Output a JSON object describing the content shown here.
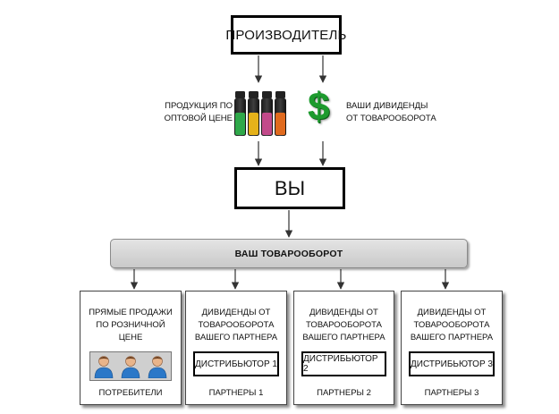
{
  "producer": {
    "label": "ПРОИЗВОДИТЕЛЬ"
  },
  "you": {
    "label": "ВЫ"
  },
  "products": {
    "line1": "ПРОДУКЦИЯ ПО",
    "line2": "ОПТОВОЙ ЦЕНЕ"
  },
  "dividends": {
    "line1": "ВАШИ ДИВИДЕНДЫ",
    "line2": "ОТ ТОВАРООБОРОТА"
  },
  "turnover": {
    "label": "ВАШ ТОВАРООБОРОТ"
  },
  "retail": {
    "line1": "ПРЯМЫЕ ПРОДАЖИ",
    "line2": "ПО РОЗНИЧНОЙ ЦЕНЕ",
    "footer": "ПОТРЕБИТЕЛИ"
  },
  "partners": [
    {
      "line1": "ДИВИДЕНДЫ ОТ",
      "line2": "ТОВАРООБОРОТА",
      "line3": "ВАШЕГО ПАРТНЕРА",
      "distributor": "ДИСТРИБЬЮТОР 1",
      "footer": "ПАРТНЕРЫ 1"
    },
    {
      "line1": "ДИВИДЕНДЫ ОТ",
      "line2": "ТОВАРООБОРОТА",
      "line3": "ВАШЕГО ПАРТНЕРА",
      "distributor": "ДИСТРИБЬЮТОР 2",
      "footer": "ПАРТНЕРЫ 2"
    },
    {
      "line1": "ДИВИДЕНДЫ ОТ",
      "line2": "ТОВАРООБОРОТА",
      "line3": "ВАШЕГО ПАРТНЕРА",
      "distributor": "ДИСТРИБЬЮТОР 3",
      "footer": "ПАРТНЕРЫ 3"
    }
  ],
  "colors": {
    "dollar": "#1d9b2e",
    "bottle_caps": [
      "#2fa84a",
      "#e5b21a",
      "#c24a8a",
      "#e06a1e"
    ]
  },
  "icons": {
    "products": "perfume-bottles-icon",
    "dividends": "dollar-sign-icon",
    "consumer": "person-icon"
  }
}
